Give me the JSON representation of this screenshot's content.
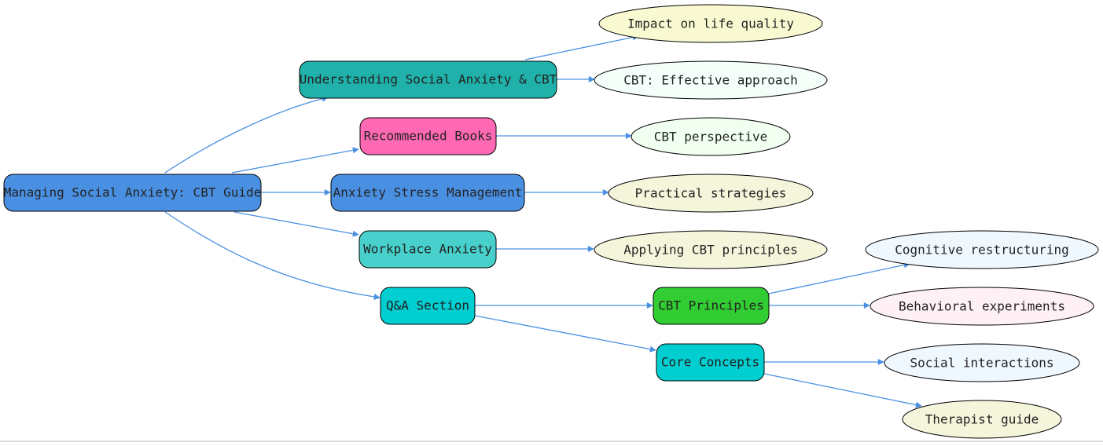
{
  "diagram": {
    "colors": {
      "edge": "#4a90e2",
      "root": "#4a90e2",
      "understanding": "#20b2aa",
      "books": "#ff69b4",
      "stress": "#4a90e2",
      "workplace": "#48d1cc",
      "qa": "#00ced1",
      "principles": "#32cd32",
      "concepts": "#00ced1",
      "leaf_yellow": "#fafad2",
      "leaf_mint": "#f5fffa",
      "leaf_honeydew": "#f0fff0",
      "leaf_beige": "#f5f5dc",
      "leaf_alice": "#f0f8ff",
      "leaf_lavender": "#fff0f5"
    },
    "nodes": {
      "root": "Managing Social Anxiety: CBT Guide",
      "understanding": "Understanding Social Anxiety & CBT",
      "books": "Recommended Books",
      "stress": "Anxiety Stress Management",
      "workplace": "Workplace Anxiety",
      "qa": "Q&A Section",
      "principles": "CBT Principles",
      "concepts": "Core Concepts",
      "impact": "Impact on life quality",
      "effective": "CBT: Effective approach",
      "perspective": "CBT perspective",
      "practical": "Practical strategies",
      "applying": "Applying CBT principles",
      "cognitive": "Cognitive restructuring",
      "behavioral": "Behavioral experiments",
      "social": "Social interactions",
      "therapist": "Therapist guide"
    },
    "edges": [
      [
        "root",
        "understanding"
      ],
      [
        "root",
        "books"
      ],
      [
        "root",
        "stress"
      ],
      [
        "root",
        "workplace"
      ],
      [
        "root",
        "qa"
      ],
      [
        "understanding",
        "impact"
      ],
      [
        "understanding",
        "effective"
      ],
      [
        "books",
        "perspective"
      ],
      [
        "stress",
        "practical"
      ],
      [
        "workplace",
        "applying"
      ],
      [
        "qa",
        "principles"
      ],
      [
        "qa",
        "concepts"
      ],
      [
        "principles",
        "cognitive"
      ],
      [
        "principles",
        "behavioral"
      ],
      [
        "concepts",
        "social"
      ],
      [
        "concepts",
        "therapist"
      ]
    ]
  }
}
